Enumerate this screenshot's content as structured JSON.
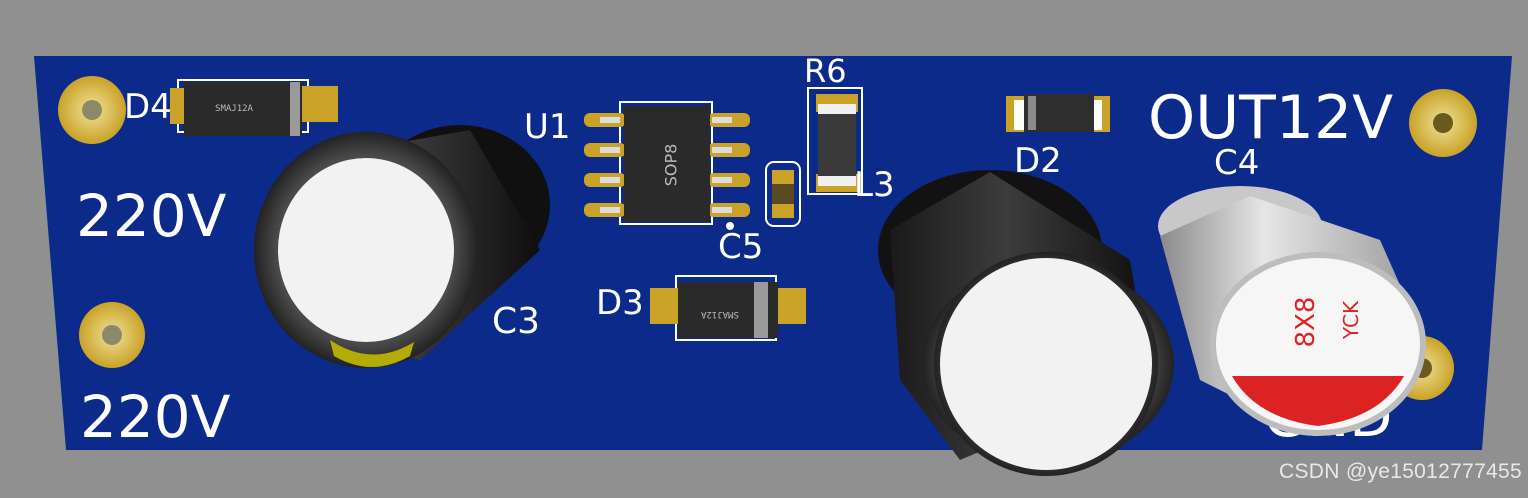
{
  "board": {
    "labels": {
      "d4": "D4",
      "u1": "U1",
      "r6": "R6",
      "l3": "L3",
      "c5": "C5",
      "c3": "C3",
      "d3": "D3",
      "d2": "D2",
      "c4": "C4",
      "out12v": "OUT12V",
      "gnd": "GND",
      "v220_top": "220V",
      "v220_bottom": "220V"
    },
    "chip_marking": "SOP8",
    "diode_marking": "SMAJ12A",
    "cap_c4_marking_size": "8X8",
    "cap_c4_marking_brand": "YCK"
  },
  "watermark": "CSDN @ye15012777455",
  "colors": {
    "background": "#909090",
    "pcb": "#0b2a8a",
    "silkscreen": "#ffffff",
    "pad": "#c9a227",
    "cap_stripe_yellow": "#b3ab06",
    "cap_stripe_red": "#dc2323"
  }
}
